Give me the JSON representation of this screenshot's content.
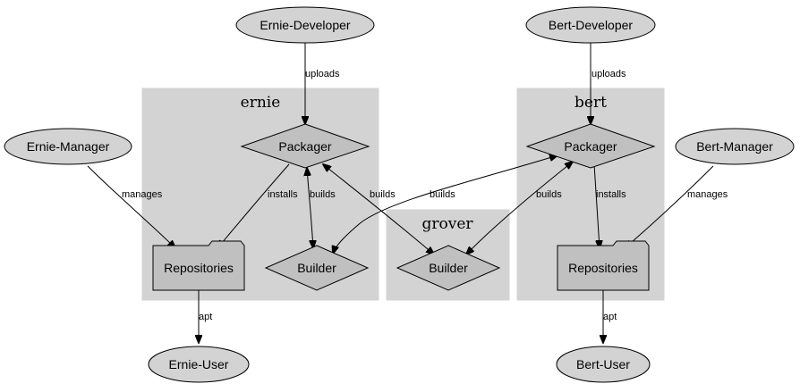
{
  "clusters": {
    "ernie": "ernie",
    "grover": "grover",
    "bert": "bert"
  },
  "nodes": {
    "ernie_developer": "Ernie-Developer",
    "bert_developer": "Bert-Developer",
    "ernie_manager": "Ernie-Manager",
    "bert_manager": "Bert-Manager",
    "ernie_packager": "Packager",
    "bert_packager": "Packager",
    "ernie_repositories": "Repositories",
    "bert_repositories": "Repositories",
    "ernie_builder": "Builder",
    "grover_builder": "Builder",
    "ernie_user": "Ernie-User",
    "bert_user": "Bert-User"
  },
  "edges": {
    "ernie_uploads": "uploads",
    "bert_uploads": "uploads",
    "ernie_manages": "manages",
    "bert_manages": "manages",
    "ernie_installs": "installs",
    "bert_installs": "installs",
    "ernie_builds_local": "builds",
    "ernie_builds_grover": "builds",
    "bert_builds_ernie": "builds",
    "bert_builds_grover": "builds",
    "ernie_apt": "apt",
    "bert_apt": "apt"
  },
  "colors": {
    "cluster_fill": "#d3d3d3",
    "node_fill": "#d3d3d3",
    "inner_node_fill": "#c0c0c0",
    "stroke": "#000000"
  }
}
